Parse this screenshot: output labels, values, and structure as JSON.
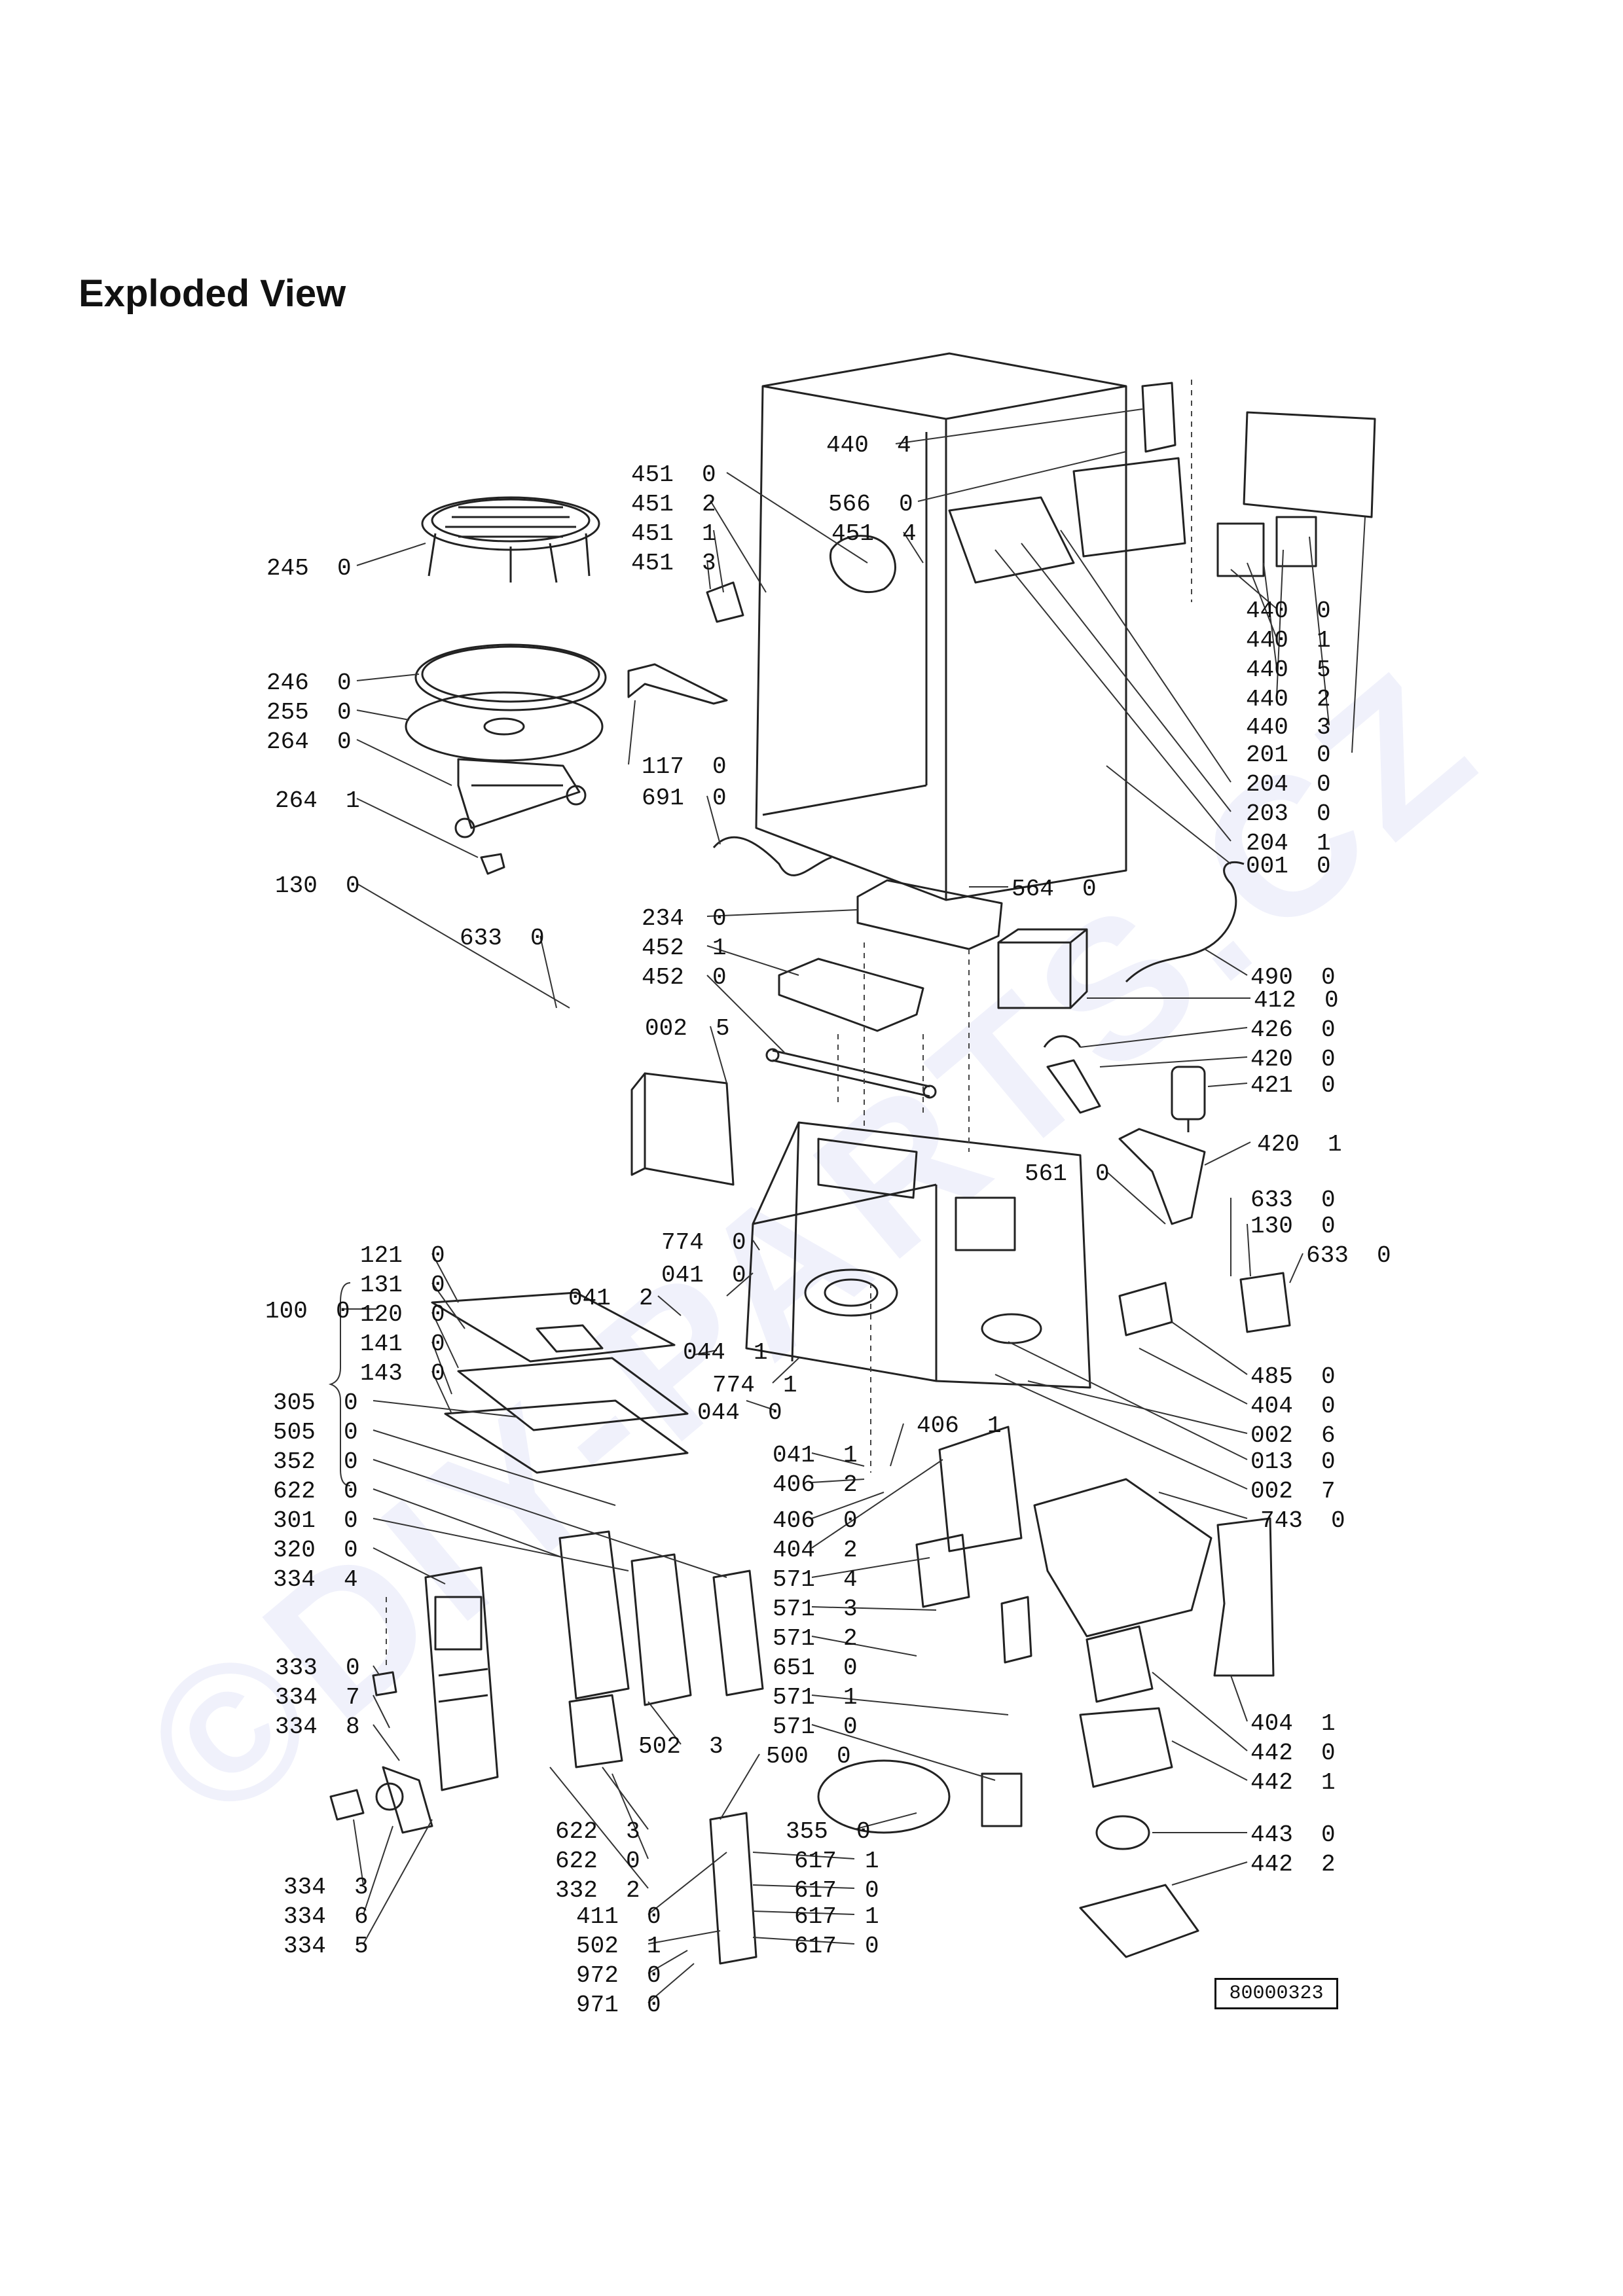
{
  "page": {
    "title": "Exploded View",
    "doc_id": "80000323",
    "watermark": "©DIY-PARTS.CZ"
  },
  "callouts": [
    {
      "id": "440-4",
      "text": "440  4"
    },
    {
      "id": "451-0",
      "text": "451  0"
    },
    {
      "id": "451-2",
      "text": "451  2"
    },
    {
      "id": "566-0",
      "text": "566  0"
    },
    {
      "id": "451-1",
      "text": "451  1"
    },
    {
      "id": "451-4",
      "text": "451  4"
    },
    {
      "id": "451-3",
      "text": "451  3"
    },
    {
      "id": "245-0",
      "text": "245  0"
    },
    {
      "id": "440-0",
      "text": "440  0"
    },
    {
      "id": "440-1",
      "text": "440  1"
    },
    {
      "id": "440-5",
      "text": "440  5"
    },
    {
      "id": "440-2",
      "text": "440  2"
    },
    {
      "id": "440-3",
      "text": "440  3"
    },
    {
      "id": "201-0",
      "text": "201  0"
    },
    {
      "id": "246-0",
      "text": "246  0"
    },
    {
      "id": "255-0",
      "text": "255  0"
    },
    {
      "id": "264-0",
      "text": "264  0"
    },
    {
      "id": "117-0",
      "text": "117  0"
    },
    {
      "id": "204-0",
      "text": "204  0"
    },
    {
      "id": "691-0",
      "text": "691  0"
    },
    {
      "id": "203-0",
      "text": "203  0"
    },
    {
      "id": "264-1",
      "text": "264  1"
    },
    {
      "id": "204-1",
      "text": "204  1"
    },
    {
      "id": "001-0",
      "text": "001  0"
    },
    {
      "id": "130-0-a",
      "text": "130  0"
    },
    {
      "id": "564-0",
      "text": "564  0"
    },
    {
      "id": "234-0",
      "text": "234  0"
    },
    {
      "id": "633-0-a",
      "text": "633  0"
    },
    {
      "id": "452-1",
      "text": "452  1"
    },
    {
      "id": "490-0",
      "text": "490  0"
    },
    {
      "id": "452-0",
      "text": "452  0"
    },
    {
      "id": "412-0",
      "text": "412  0"
    },
    {
      "id": "002-5",
      "text": "002  5"
    },
    {
      "id": "426-0",
      "text": "426  0"
    },
    {
      "id": "420-0",
      "text": "420  0"
    },
    {
      "id": "421-0",
      "text": "421  0"
    },
    {
      "id": "420-1",
      "text": "420  1"
    },
    {
      "id": "561-0",
      "text": "561  0"
    },
    {
      "id": "633-0-b",
      "text": "633  0"
    },
    {
      "id": "774-0",
      "text": "774  0"
    },
    {
      "id": "130-0-b",
      "text": "130  0"
    },
    {
      "id": "121-0",
      "text": "121  0"
    },
    {
      "id": "633-0-c",
      "text": "633  0"
    },
    {
      "id": "041-0",
      "text": "041  0"
    },
    {
      "id": "131-0",
      "text": "131  0"
    },
    {
      "id": "041-2",
      "text": "041  2"
    },
    {
      "id": "100-0",
      "text": "100  0"
    },
    {
      "id": "120-0",
      "text": "120  0"
    },
    {
      "id": "141-0",
      "text": "141  0"
    },
    {
      "id": "044-1",
      "text": "044  1"
    },
    {
      "id": "774-1",
      "text": "774  1"
    },
    {
      "id": "485-0",
      "text": "485  0"
    },
    {
      "id": "143-0",
      "text": "143  0"
    },
    {
      "id": "305-0",
      "text": "305  0"
    },
    {
      "id": "044-0",
      "text": "044  0"
    },
    {
      "id": "404-0",
      "text": "404  0"
    },
    {
      "id": "505-0",
      "text": "505  0"
    },
    {
      "id": "406-1",
      "text": "406  1"
    },
    {
      "id": "002-6",
      "text": "002  6"
    },
    {
      "id": "352-0",
      "text": "352  0"
    },
    {
      "id": "041-1",
      "text": "041  1"
    },
    {
      "id": "013-0",
      "text": "013  0"
    },
    {
      "id": "406-2",
      "text": "406  2"
    },
    {
      "id": "002-7",
      "text": "002  7"
    },
    {
      "id": "622-0-a",
      "text": "622  0"
    },
    {
      "id": "406-0",
      "text": "406  0"
    },
    {
      "id": "743-0",
      "text": "743  0"
    },
    {
      "id": "301-0",
      "text": "301  0"
    },
    {
      "id": "404-2",
      "text": "404  2"
    },
    {
      "id": "320-0",
      "text": "320  0"
    },
    {
      "id": "571-4",
      "text": "571  4"
    },
    {
      "id": "334-4",
      "text": "334  4"
    },
    {
      "id": "571-3",
      "text": "571  3"
    },
    {
      "id": "571-2",
      "text": "571  2"
    },
    {
      "id": "651-0",
      "text": "651  0"
    },
    {
      "id": "333-0",
      "text": "333  0"
    },
    {
      "id": "334-7",
      "text": "334  7"
    },
    {
      "id": "571-1",
      "text": "571  1"
    },
    {
      "id": "404-1",
      "text": "404  1"
    },
    {
      "id": "502-3",
      "text": "502  3"
    },
    {
      "id": "442-0",
      "text": "442  0"
    },
    {
      "id": "334-8",
      "text": "334  8"
    },
    {
      "id": "571-0",
      "text": "571  0"
    },
    {
      "id": "500-0",
      "text": "500  0"
    },
    {
      "id": "442-1",
      "text": "442  1"
    },
    {
      "id": "622-3",
      "text": "622  3"
    },
    {
      "id": "355-0",
      "text": "355  0"
    },
    {
      "id": "443-0",
      "text": "443  0"
    },
    {
      "id": "622-0-b",
      "text": "622  0"
    },
    {
      "id": "617-1-a",
      "text": "617  1"
    },
    {
      "id": "442-2",
      "text": "442  2"
    },
    {
      "id": "334-3",
      "text": "334  3"
    },
    {
      "id": "332-2",
      "text": "332  2"
    },
    {
      "id": "617-0-a",
      "text": "617  0"
    },
    {
      "id": "334-6",
      "text": "334  6"
    },
    {
      "id": "411-0",
      "text": "411  0"
    },
    {
      "id": "617-1-b",
      "text": "617  1"
    },
    {
      "id": "334-5",
      "text": "334  5"
    },
    {
      "id": "502-1",
      "text": "502  1"
    },
    {
      "id": "617-0-b",
      "text": "617  0"
    },
    {
      "id": "972-0",
      "text": "972  0"
    },
    {
      "id": "971-0",
      "text": "971  0"
    }
  ]
}
